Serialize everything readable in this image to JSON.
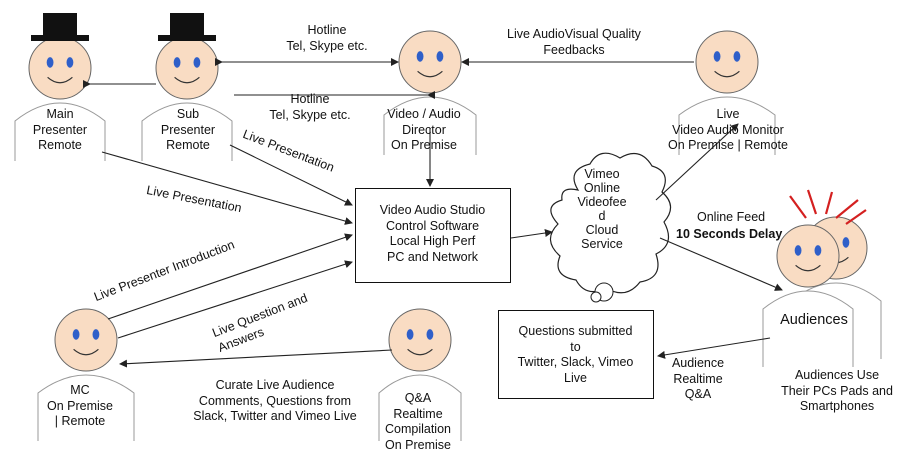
{
  "people": {
    "main_presenter": "Main\nPresenter\nRemote",
    "sub_presenter": "Sub\nPresenter\nRemote",
    "director": "Video / Audio\nDirector\nOn Premise",
    "monitor": "Live\nVideo Audio Monitor\nOn Premise | Remote",
    "mc": "MC\nOn Premise\n| Remote",
    "qa": "Q&A\nRealtime\nCompilation\nOn Premise",
    "audiences": "Audiences",
    "audiences_use": "Audiences Use\nTheir PCs Pads and\nSmartphones"
  },
  "boxes": {
    "studio": "Video Audio Studio\nControl Software\nLocal High Perf\nPC and Network",
    "questions": "Questions submitted\nto\nTwitter, Slack, Vimeo\nLive"
  },
  "cloud": "Vimeo\nOnline\nVideofee\nd\nCloud\nService",
  "edges": {
    "hotline_top": "Hotline\nTel, Skype etc.",
    "hotline_mid": "Hotline\nTel, Skype etc.",
    "feedback": "Live AudioVisual Quality\nFeedbacks",
    "live_pres_sub": "Live Presentation",
    "live_pres_main": "Live Presentation",
    "live_presenter_intro": "Live Presenter Introduction",
    "live_qa": "Live Question and\nAnswers",
    "curate": "Curate Live Audience\nComments, Questions from\nSlack, Twitter and Vimeo Live",
    "online_feed": "Online Feed",
    "delay": "10 Seconds Delay",
    "audience_qa": "Audience\nRealtime\nQ&A"
  },
  "colors": {
    "face": "#f9dcc3",
    "eye": "#2f5fc9",
    "hat": "#111111",
    "hair": "#d42020"
  }
}
